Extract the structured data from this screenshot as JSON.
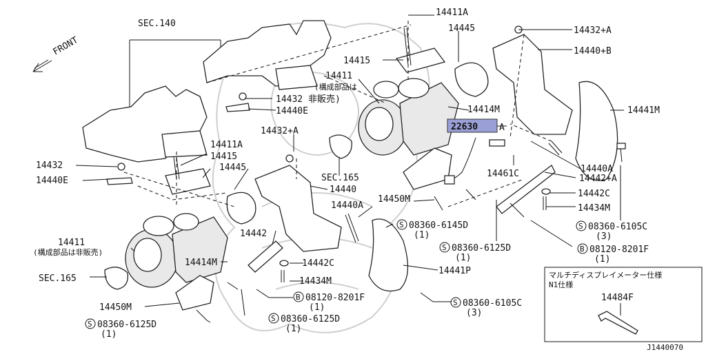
{
  "title_sec140": "SEC.140",
  "front_label": "FRONT",
  "labels": {
    "p14411A_top": "14411A",
    "p14445_top": "14445",
    "p14432A_top": "14432+A",
    "p14440B": "14440+B",
    "p14415_top": "14415",
    "p14411_top": "14411",
    "p14411_top_note": "(構成部品は",
    "p14432_mid": "14432 非販売)",
    "p14440E_mid": "14440E",
    "p14414M_top": "14414M",
    "p14441M": "14441M",
    "p22630": "22630",
    "p22630_suffix": "A",
    "p14432A_mid": "14432+A",
    "p14411A_mid": "14411A",
    "p14415_mid": "14415",
    "p14445_mid": "14445",
    "p14440": "14440",
    "p14432_left": "14432",
    "p14440E_left": "14440E",
    "sec165_mid": "SEC.165",
    "p14461C": "14461C",
    "p14440A_right": "14440A",
    "p14442A": "14442+A",
    "p14442C_right": "14442C",
    "p14434M_right": "14434M",
    "p14450M_mid": "14450M",
    "p14440A_mid": "14440A",
    "s08360_6105C_right": "08360-6105C",
    "s08360_6105C_right_qty": "(3)",
    "s08360_6145D": "08360-6145D",
    "s08360_6145D_qty": "(1)",
    "p14442_mid": "14442",
    "p14411_left": "14411",
    "p14411_left_note": "(構成部品は非販売)",
    "s08360_6125D_mid": "08360-6125D",
    "s08360_6125D_mid_qty": "(1)",
    "b08120_8201F_right": "08120-8201F",
    "b08120_8201F_right_qty": "(1)",
    "p14414M_mid": "14414M",
    "p14442C_mid": "14442C",
    "p14441P": "14441P",
    "sec165_left": "SEC.165",
    "p14434M_mid": "14434M",
    "b08120_8201F_mid": "08120-8201F",
    "b08120_8201F_mid_qty": "(1)",
    "s08360_6105C_bottom": "08360-6105C",
    "s08360_6105C_bottom_qty": "(3)",
    "p14450M_left": "14450M",
    "s08360_6125D_bottom": "08360-6125D",
    "s08360_6125D_bottom_qty": "(1)",
    "s08360_6125D_left": "08360-6125D",
    "s08360_6125D_left_qty": "(1)"
  },
  "callout_box": {
    "line1": "マルチディスプレイメーター仕様",
    "line2": "N1仕様",
    "part": "14484F"
  },
  "symbol_s": "S",
  "symbol_b": "B",
  "footer_code": "J1440070",
  "colors": {
    "highlight": "#9aa0d6",
    "ink": "#111111"
  }
}
